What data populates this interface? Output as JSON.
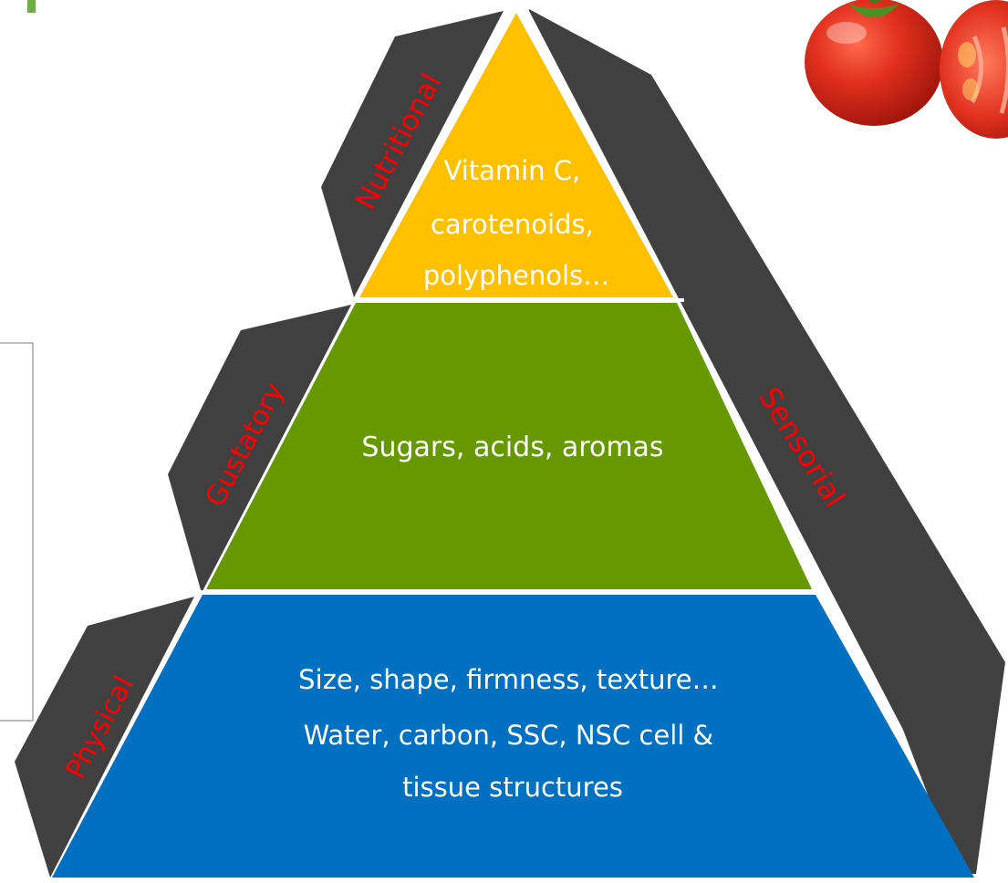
{
  "diagram": {
    "tiers": [
      {
        "id": "nutritional",
        "lines": [
          "Vitamin C,",
          "carotenoids,",
          "polyphenols…"
        ],
        "color": "#ffc000"
      },
      {
        "id": "gustatory",
        "lines": [
          "Sugars, acids, aromas"
        ],
        "color": "#669900"
      },
      {
        "id": "physical",
        "lines": [
          "Size, shape, firmness, texture…",
          "Water, carbon, SSC, NSC cell &",
          "tissue structures"
        ],
        "color": "#0070c0"
      }
    ],
    "side_labels": {
      "nutritional": "Nutritional",
      "gustatory": "Gustatory",
      "physical": "Physical",
      "sensorial": "Sensorial"
    },
    "colors": {
      "panel": "#404040",
      "label_text": "#ff0000",
      "tier_text": "#ffffff",
      "accent_green": "#70ad47",
      "tomato_red": "#d42a1c",
      "frame": "#a6a6a6"
    },
    "icons": {
      "tomato_whole": "tomato-icon",
      "tomato_half": "tomato-half-icon"
    }
  }
}
